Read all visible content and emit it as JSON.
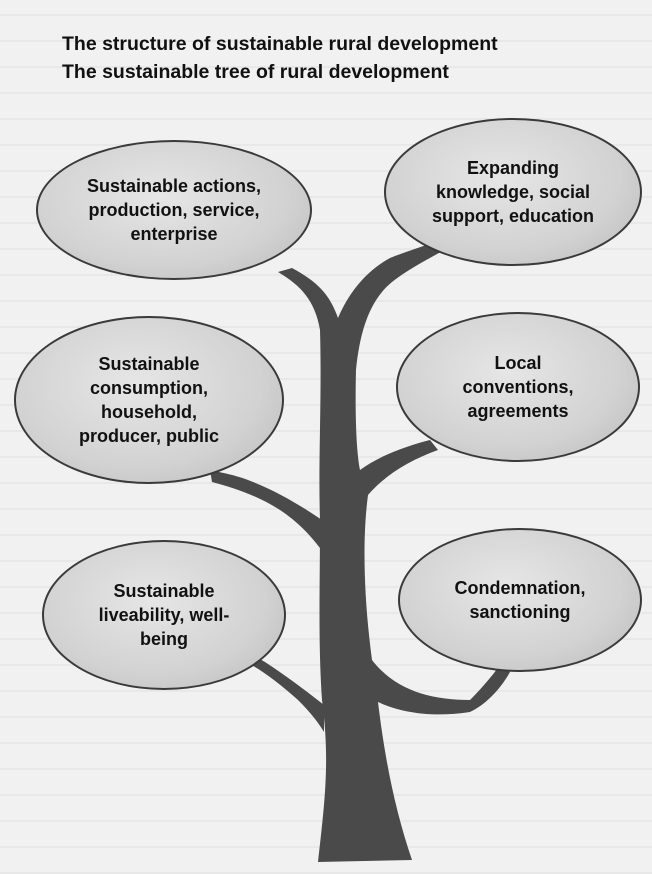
{
  "title": {
    "line1": "The structure of sustainable rural development",
    "line2": "The sustainable tree of rural development"
  },
  "nodes": {
    "actions": "Sustainable actions,\nproduction, service,\nenterprise",
    "knowledge": "Expanding\nknowledge, social\nsupport, education",
    "consumption": "Sustainable\nconsumption,\nhousehold,\nproducer, public",
    "conventions": "Local\nconventions,\nagreements",
    "liveability": "Sustainable\nliveability, well-\nbeing",
    "condemnation": "Condemnation,\nsanctioning"
  },
  "colors": {
    "trunk": "#4a4a4a",
    "ellipse_fill": "#d2d2d2",
    "ellipse_border": "#3a3a3a"
  }
}
